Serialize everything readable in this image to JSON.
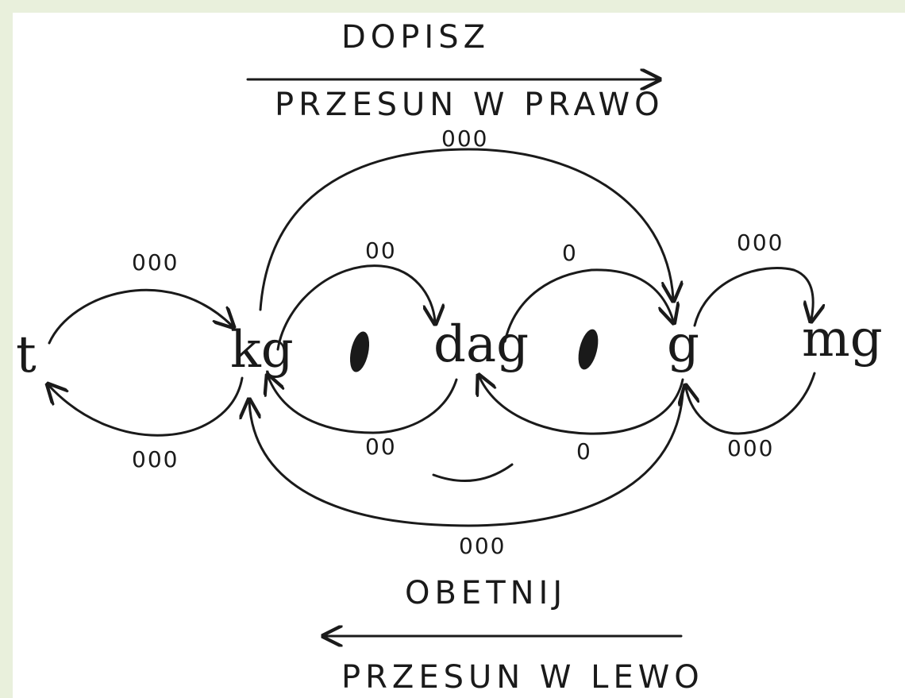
{
  "headings": {
    "top_action": "DOPISZ",
    "top_direction": "PRZESUN W PRAWO",
    "bottom_action": "OBETNIJ",
    "bottom_direction": "PRZESUN W LEWO"
  },
  "units": {
    "t": "t",
    "kg": "kg",
    "dag": "dag",
    "g": "g",
    "mg": "mg"
  },
  "zero_labels": {
    "t_to_kg": "000",
    "kg_to_t": "000",
    "kg_to_dag": "00",
    "dag_to_kg": "00",
    "dag_to_g": "0",
    "g_to_dag": "0",
    "g_to_mg": "000",
    "mg_to_g": "000",
    "kg_to_g": "000",
    "g_to_kg": "000"
  },
  "colors": {
    "ink": "#1a1a1a",
    "border": "#e9f0dc"
  }
}
